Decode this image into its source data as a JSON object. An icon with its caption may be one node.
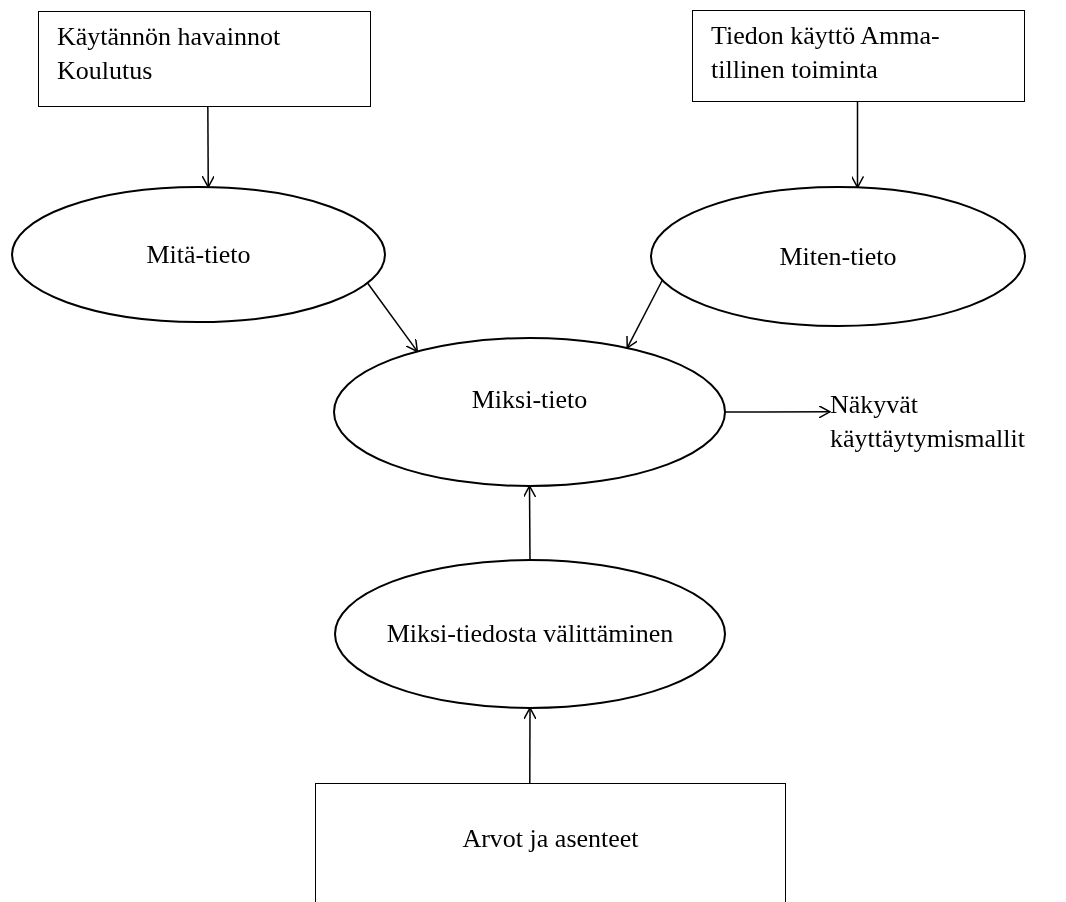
{
  "diagram": {
    "nodes": [
      {
        "text": [
          "Käytännön havainnot Koulutus"
        ]
      },
      {
        "text": [
          "Tiedon käyttö Amma- tillinen toiminta"
        ]
      },
      {
        "text": [
          "Mitä-tieto"
        ]
      },
      {
        "text": [
          "Miten-tieto"
        ]
      },
      {
        "text": [
          "Miksi-tieto"
        ]
      },
      {
        "text": [
          "Näkyvät käyttäytymismallit"
        ]
      },
      {
        "text": [
          "Miksi-tiedosta välittäminen"
        ]
      },
      {
        "text": [
          "Arvot ja asenteet"
        ]
      }
    ],
    "edges": [
      {
        "from": 0,
        "to": 2,
        "arrow": "to"
      },
      {
        "from": 1,
        "to": 3,
        "arrow": "to"
      },
      {
        "from": 2,
        "to": 4,
        "arrow": "to"
      },
      {
        "from": 3,
        "to": 4,
        "arrow": "to"
      },
      {
        "from": 4,
        "to": 5,
        "arrow": "to"
      },
      {
        "from": 6,
        "to": 4,
        "arrow": "to"
      },
      {
        "from": 7,
        "to": 6,
        "arrow": "to"
      }
    ]
  }
}
